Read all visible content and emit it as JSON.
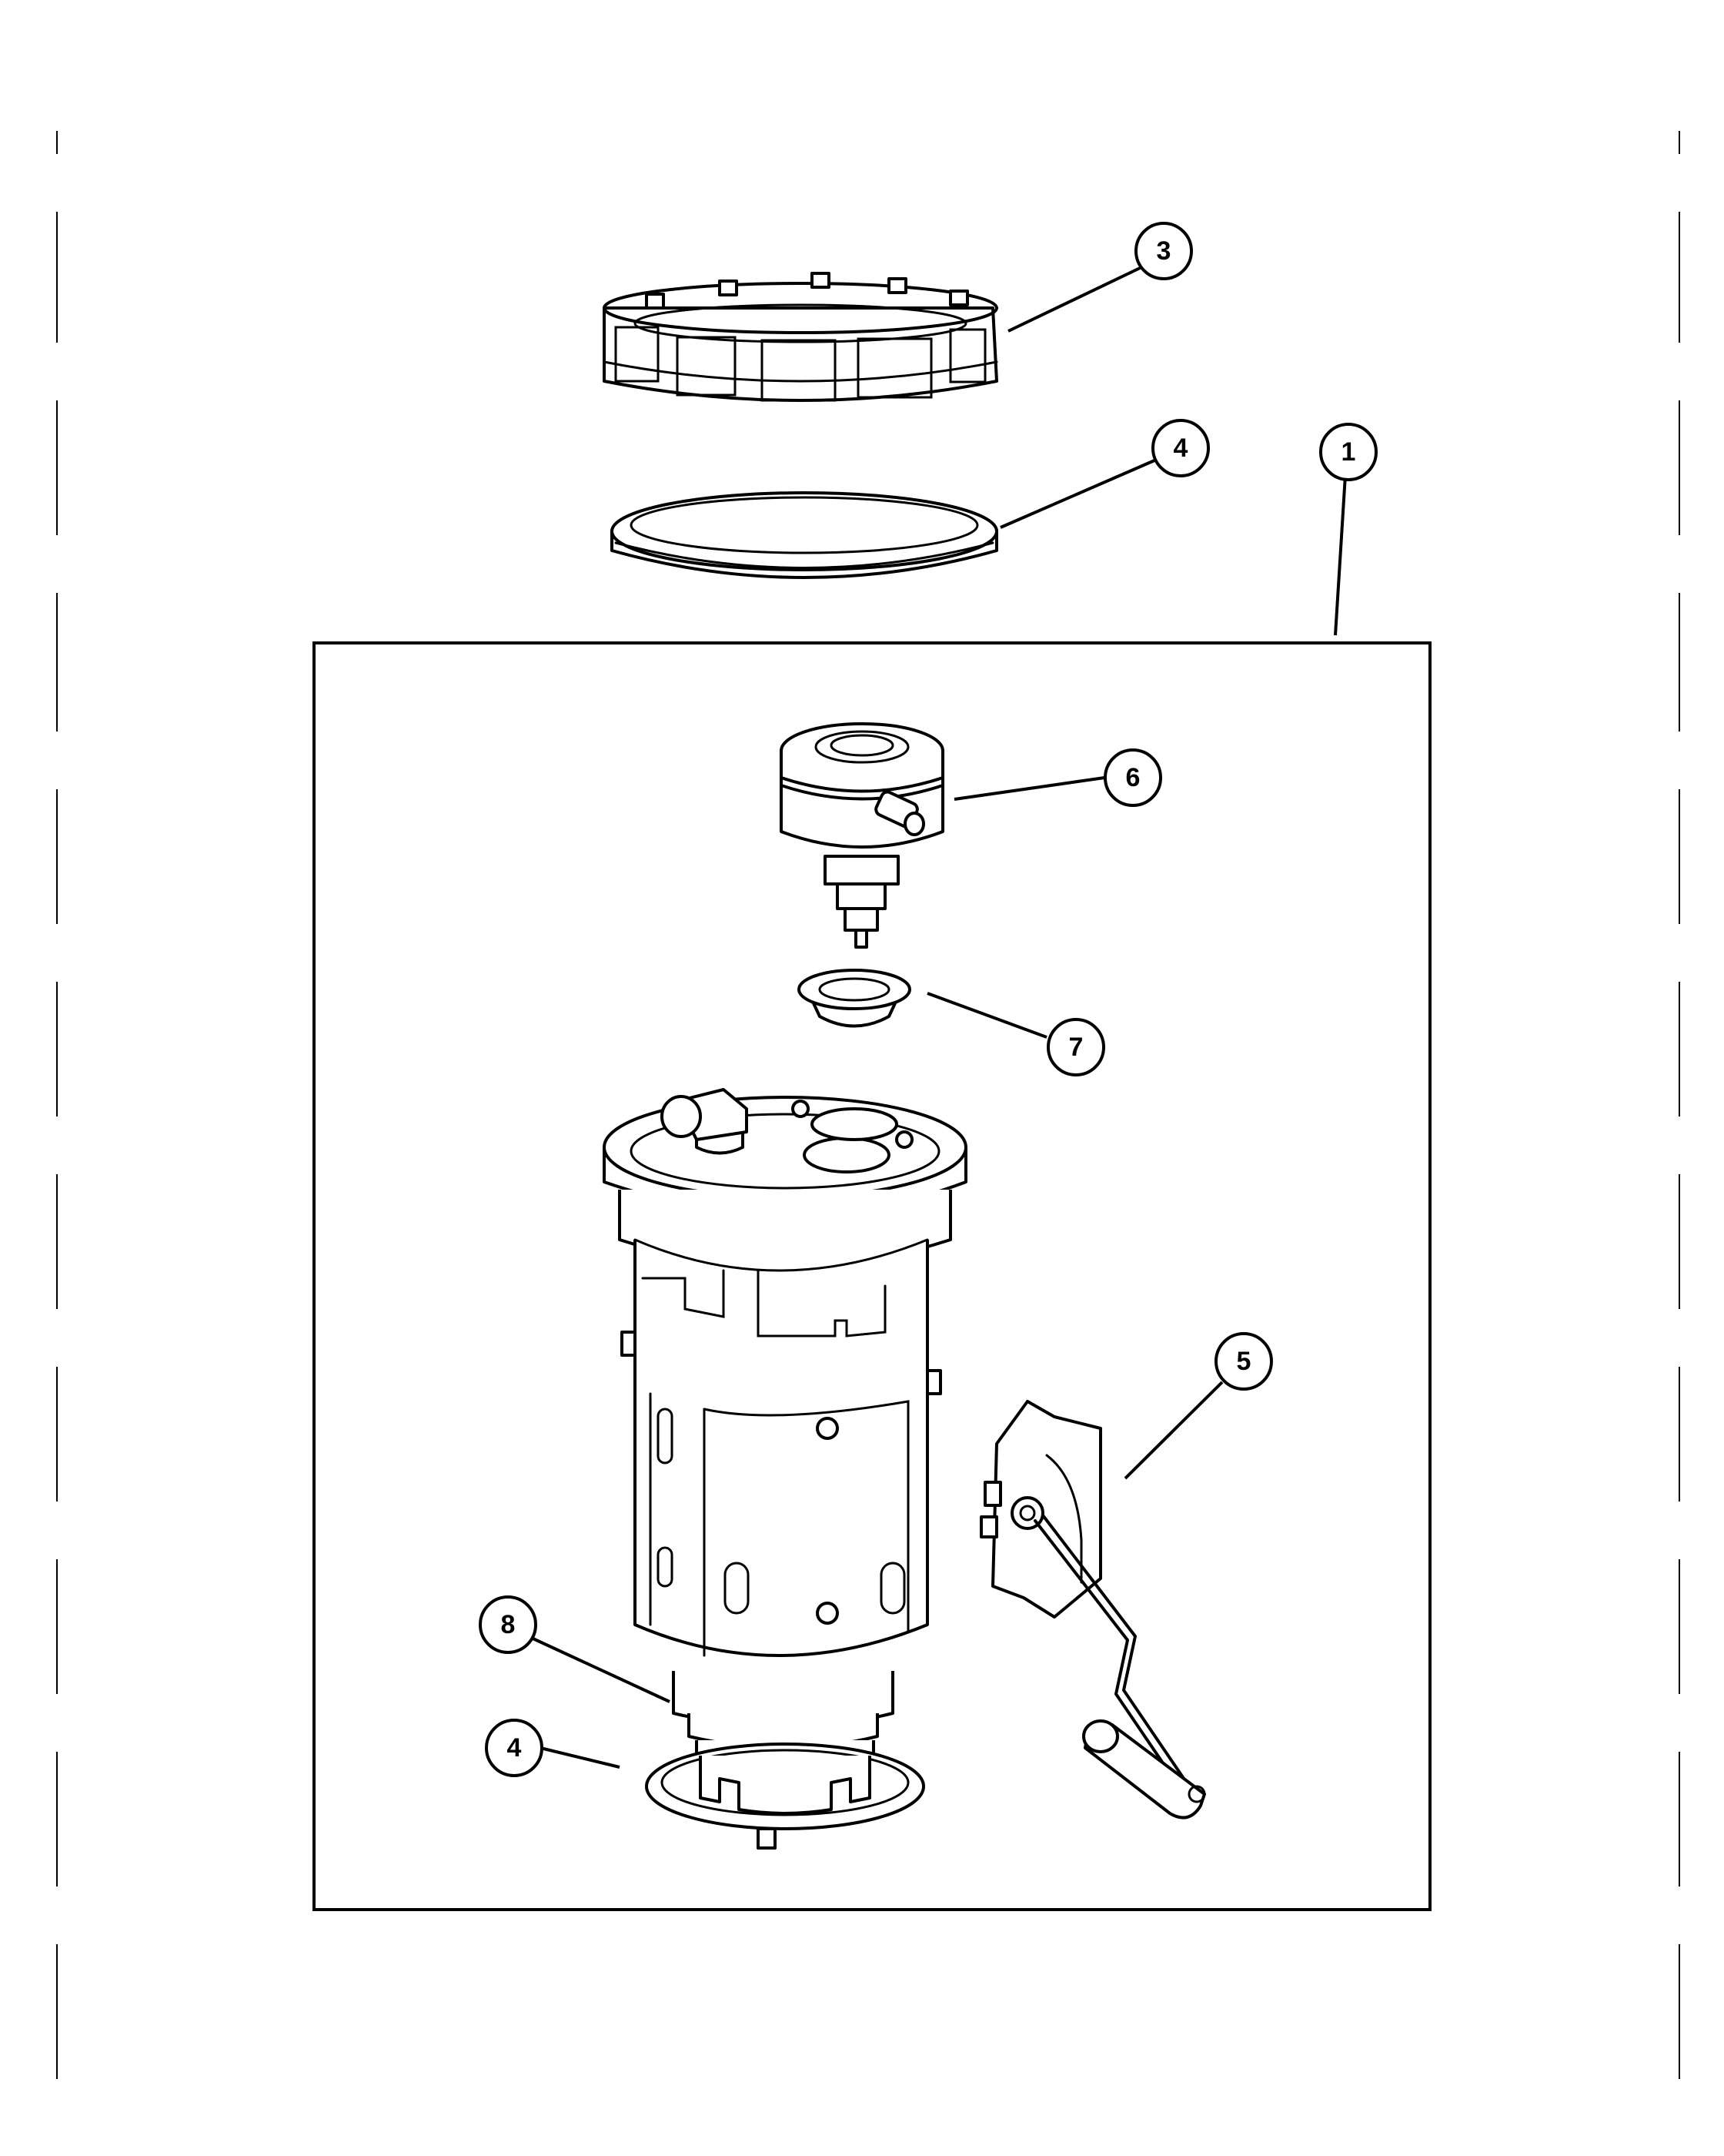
{
  "callouts": {
    "c1": "1",
    "c3": "3",
    "c4_top": "4",
    "c4_bottom": "4",
    "c5": "5",
    "c6": "6",
    "c7": "7",
    "c8": "8"
  }
}
